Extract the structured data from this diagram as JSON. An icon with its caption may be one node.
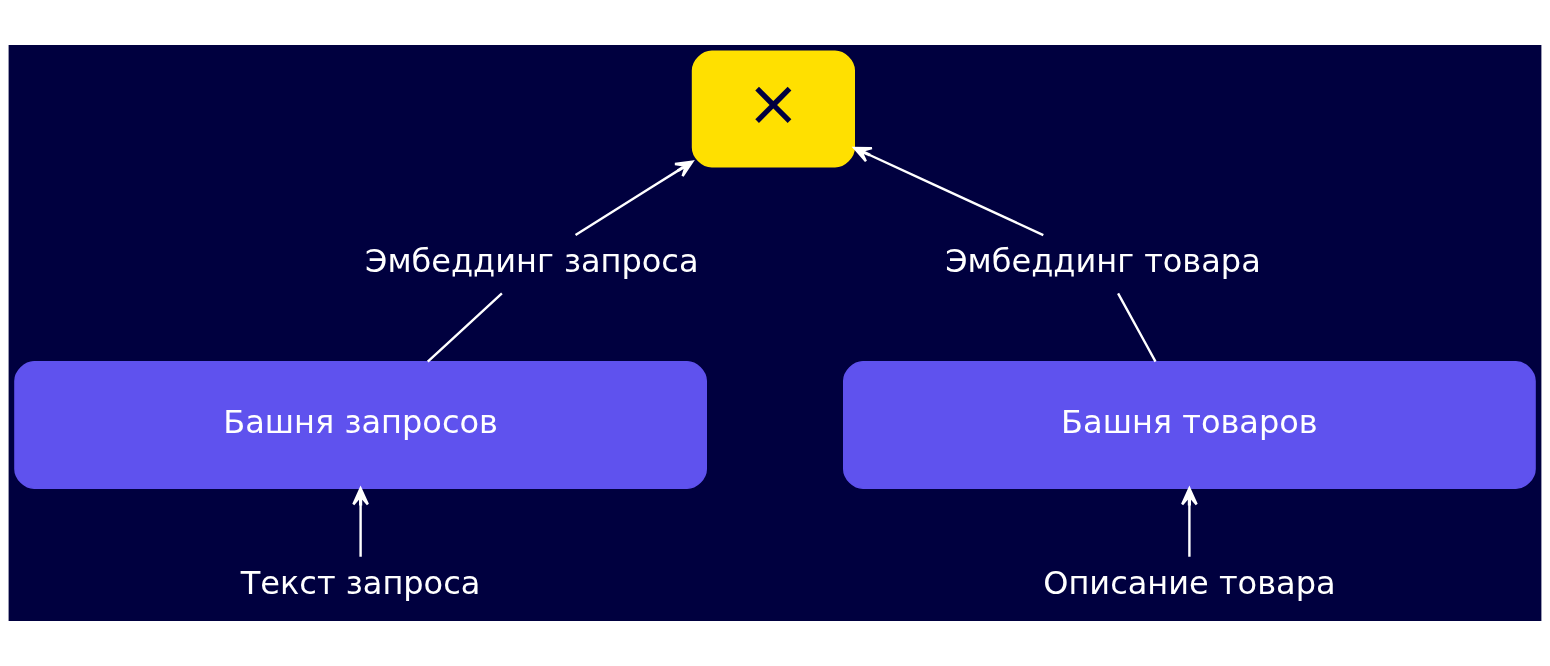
{
  "diagram": {
    "nodes": [
      {
        "text": [
          "×"
        ]
      },
      {
        "text": [
          "Эмбеддинг запроса"
        ]
      },
      {
        "text": [
          "Эмбеддинг товара"
        ]
      },
      {
        "text": [
          "Башня запросов"
        ]
      },
      {
        "text": [
          "Башня товаров"
        ]
      },
      {
        "text": [
          "Текст запроса"
        ]
      },
      {
        "text": [
          "Описание товара"
        ]
      }
    ],
    "edges": [
      {
        "from": 5,
        "to": 3,
        "arrow": "to"
      },
      {
        "from": 6,
        "to": 4,
        "arrow": "to"
      },
      {
        "from": 3,
        "to": 1,
        "arrow": "none"
      },
      {
        "from": 4,
        "to": 2,
        "arrow": "none"
      },
      {
        "from": 1,
        "to": 0,
        "arrow": "to"
      },
      {
        "from": 2,
        "to": 0,
        "arrow": "to"
      }
    ]
  }
}
